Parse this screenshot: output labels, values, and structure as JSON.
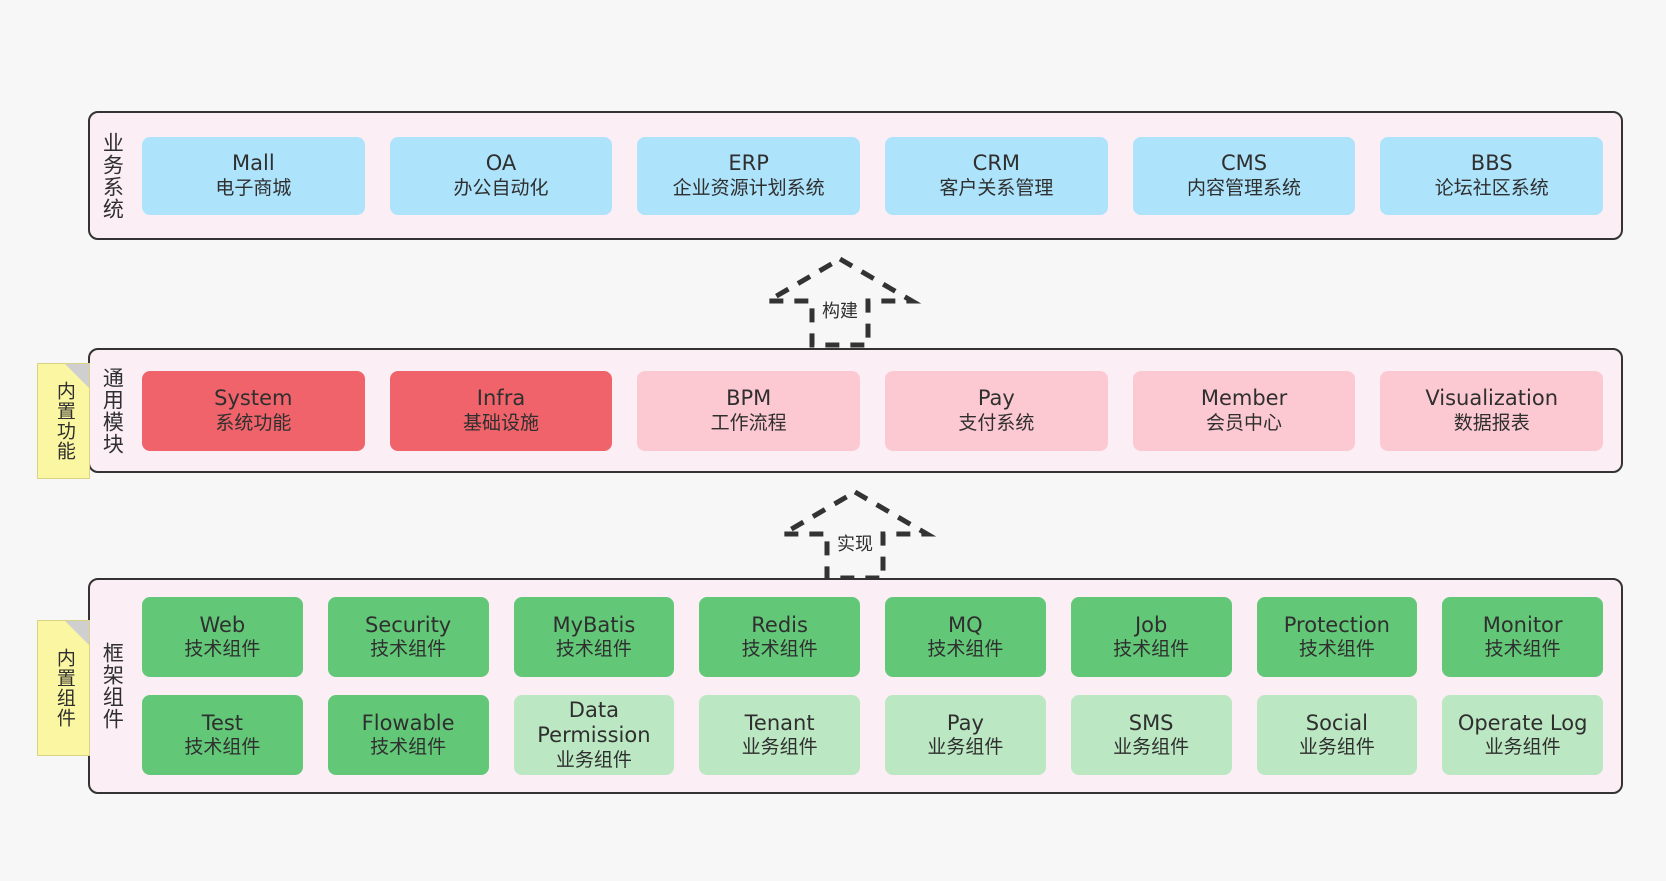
{
  "diagram": {
    "background_color": "#f7f7f7",
    "band_fill": "#fbeef5",
    "band_border": "#333333",
    "sticky_fill": "#fbf6a1"
  },
  "layers": [
    {
      "id": "business",
      "title": "业务系统",
      "node_color": "#ade3fb",
      "rows": [
        [
          {
            "en": "Mall",
            "cn": "电子商城",
            "color": "blue"
          },
          {
            "en": "OA",
            "cn": "办公自动化",
            "color": "blue"
          },
          {
            "en": "ERP",
            "cn": "企业资源计划系统",
            "color": "blue"
          },
          {
            "en": "CRM",
            "cn": "客户关系管理",
            "color": "blue"
          },
          {
            "en": "CMS",
            "cn": "内容管理系统",
            "color": "blue"
          },
          {
            "en": "BBS",
            "cn": "论坛社区系统",
            "color": "blue"
          }
        ]
      ]
    },
    {
      "id": "common",
      "title": "通用模块",
      "rows": [
        [
          {
            "en": "System",
            "cn": "系统功能",
            "color": "red"
          },
          {
            "en": "Infra",
            "cn": "基础设施",
            "color": "red"
          },
          {
            "en": "BPM",
            "cn": "工作流程",
            "color": "pink"
          },
          {
            "en": "Pay",
            "cn": "支付系统",
            "color": "pink"
          },
          {
            "en": "Member",
            "cn": "会员中心",
            "color": "pink"
          },
          {
            "en": "Visualization",
            "cn": "数据报表",
            "color": "pink"
          }
        ]
      ]
    },
    {
      "id": "framework",
      "title": "框架组件",
      "rows": [
        [
          {
            "en": "Web",
            "cn": "技术组件",
            "color": "green"
          },
          {
            "en": "Security",
            "cn": "技术组件",
            "color": "green"
          },
          {
            "en": "MyBatis",
            "cn": "技术组件",
            "color": "green"
          },
          {
            "en": "Redis",
            "cn": "技术组件",
            "color": "green"
          },
          {
            "en": "MQ",
            "cn": "技术组件",
            "color": "green"
          },
          {
            "en": "Job",
            "cn": "技术组件",
            "color": "green"
          },
          {
            "en": "Protection",
            "cn": "技术组件",
            "color": "green"
          },
          {
            "en": "Monitor",
            "cn": "技术组件",
            "color": "green"
          }
        ],
        [
          {
            "en": "Test",
            "cn": "技术组件",
            "color": "green"
          },
          {
            "en": "Flowable",
            "cn": "技术组件",
            "color": "green"
          },
          {
            "en": "Data Permission",
            "cn": "业务组件",
            "color": "lightgreen"
          },
          {
            "en": "Tenant",
            "cn": "业务组件",
            "color": "lightgreen"
          },
          {
            "en": "Pay",
            "cn": "业务组件",
            "color": "lightgreen"
          },
          {
            "en": "SMS",
            "cn": "业务组件",
            "color": "lightgreen"
          },
          {
            "en": "Social",
            "cn": "业务组件",
            "color": "lightgreen"
          },
          {
            "en": "Operate Log",
            "cn": "业务组件",
            "color": "lightgreen"
          }
        ]
      ]
    }
  ],
  "stickies": [
    {
      "id": "common",
      "label": "内置功能"
    },
    {
      "id": "component",
      "label": "内置组件"
    }
  ],
  "arrows": [
    {
      "id": "build",
      "label": "构建"
    },
    {
      "id": "realize",
      "label": "实现"
    }
  ],
  "node_colors": {
    "blue": "#ade3fb",
    "red": "#f0636a",
    "pink": "#fcc9d2",
    "green": "#62c878",
    "lightgreen": "#bbe7c2"
  }
}
